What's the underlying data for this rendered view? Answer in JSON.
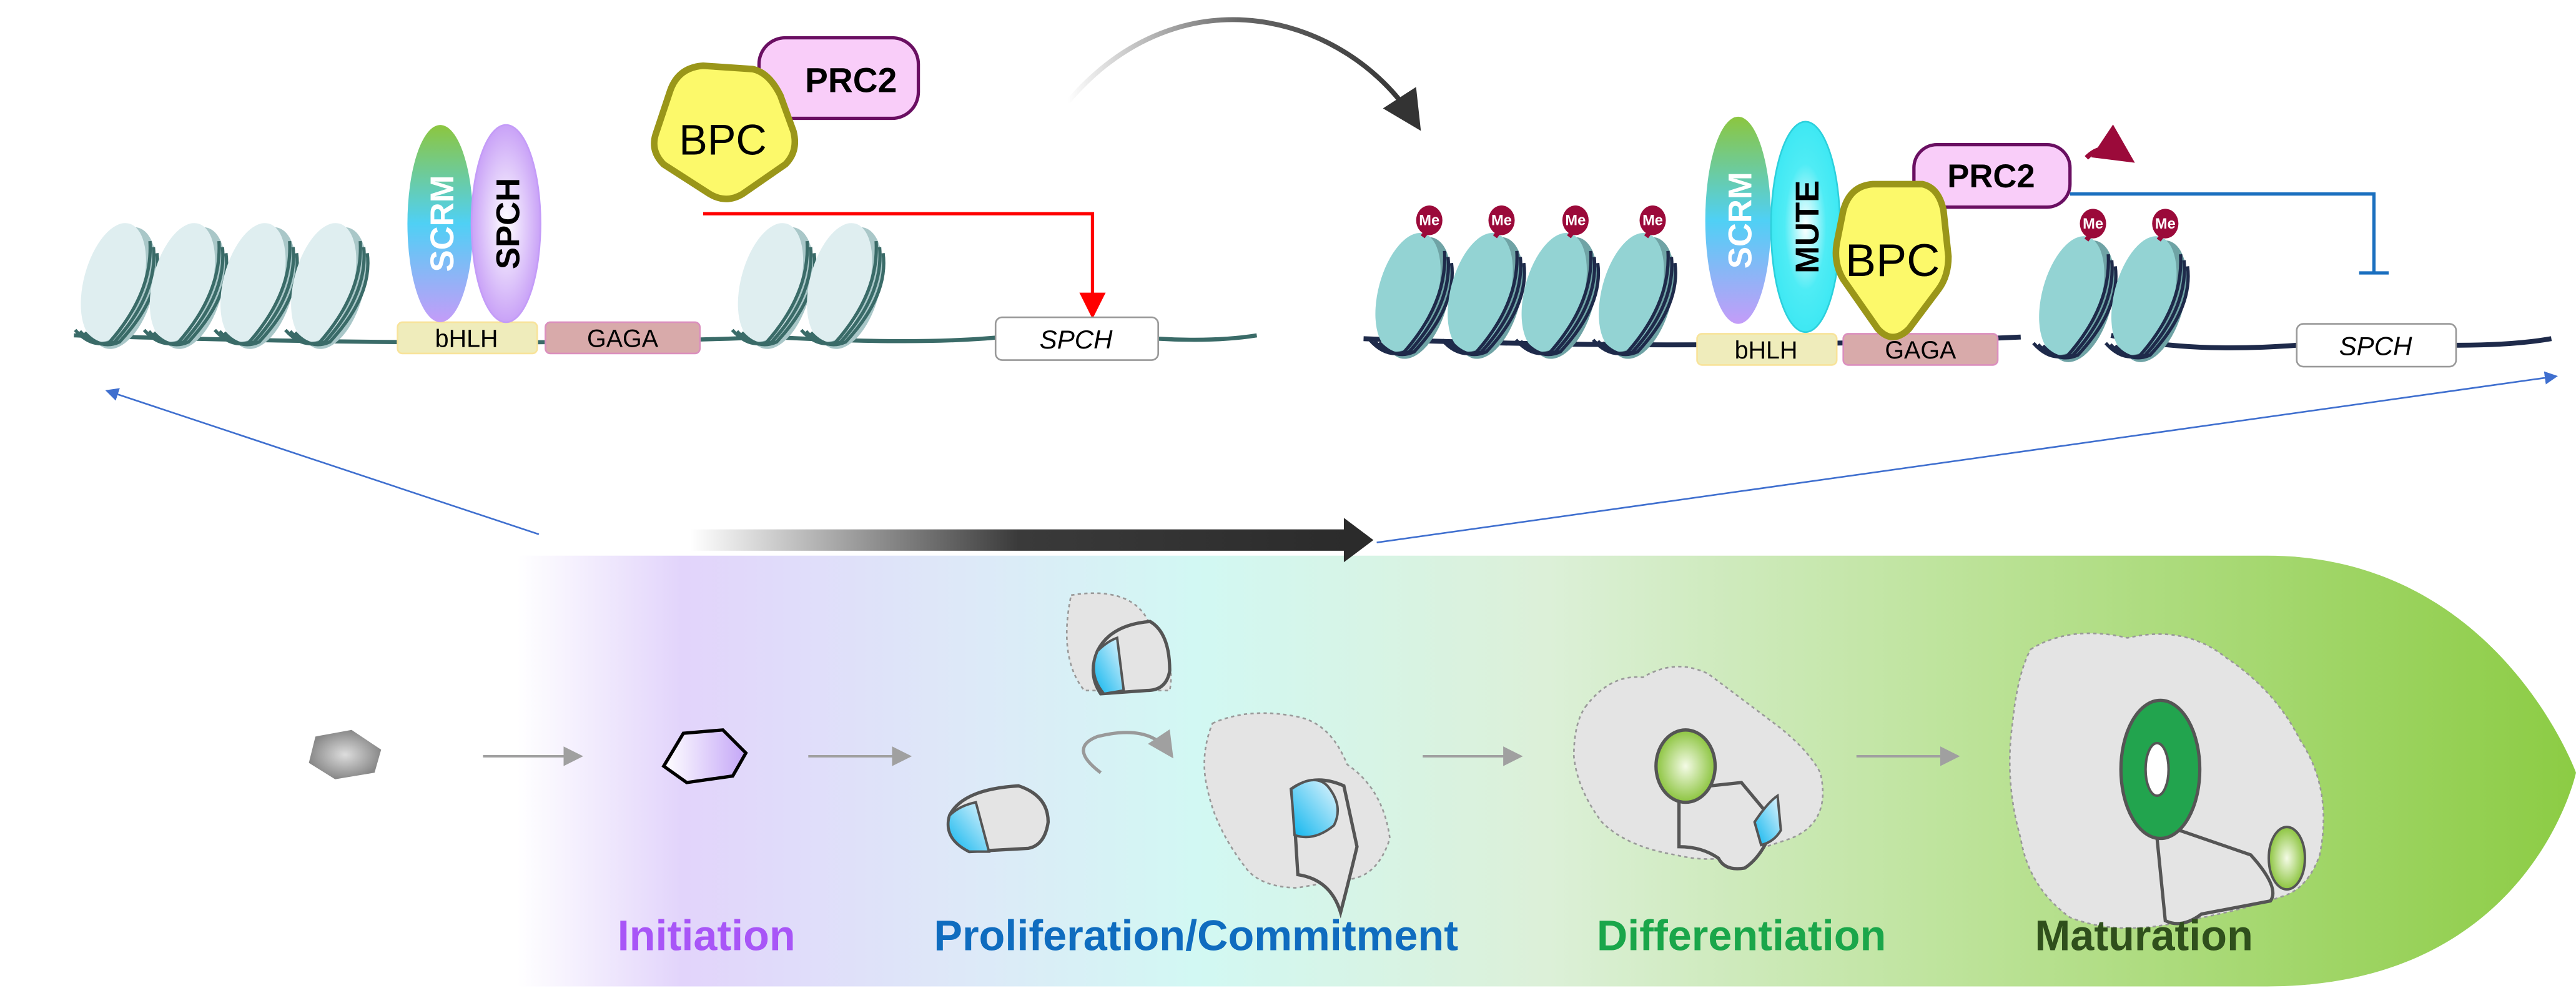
{
  "top_left": {
    "factors": {
      "scrm": "SCRM",
      "spch": "SPCH",
      "bpc": "BPC",
      "prc2": "PRC2"
    },
    "motifs": {
      "bhlh": "bHLH",
      "gaga": "GAGA"
    },
    "gene": "SPCH",
    "regulation": "activation",
    "arrow_color": "#ff0000"
  },
  "top_right": {
    "factors": {
      "scrm": "SCRM",
      "mute": "MUTE",
      "bpc": "BPC",
      "prc2": "PRC2"
    },
    "motifs": {
      "bhlh": "bHLH",
      "gaga": "GAGA"
    },
    "gene": "SPCH",
    "methyl_mark": "Me",
    "regulation": "repression",
    "arrow_color": "#1a6fbf"
  },
  "stages": [
    {
      "label": "Initiation",
      "color": "#a855f7"
    },
    {
      "label": "Proliferation/Commitment",
      "color": "#0f6cbf"
    },
    {
      "label": "Differentiation",
      "color": "#1aa64a"
    },
    {
      "label": "Maturation",
      "color": "#2f4f1c"
    }
  ],
  "colors": {
    "prc2_fill": "#f9cdf9",
    "prc2_stroke": "#6a0f62",
    "bpc_fill": "#fcf96a",
    "bpc_stroke": "#9a9619",
    "bhlh_fill": "#efecbb",
    "gaga_fill": "#d8aaaa",
    "methyl": "#9b0a3a"
  }
}
